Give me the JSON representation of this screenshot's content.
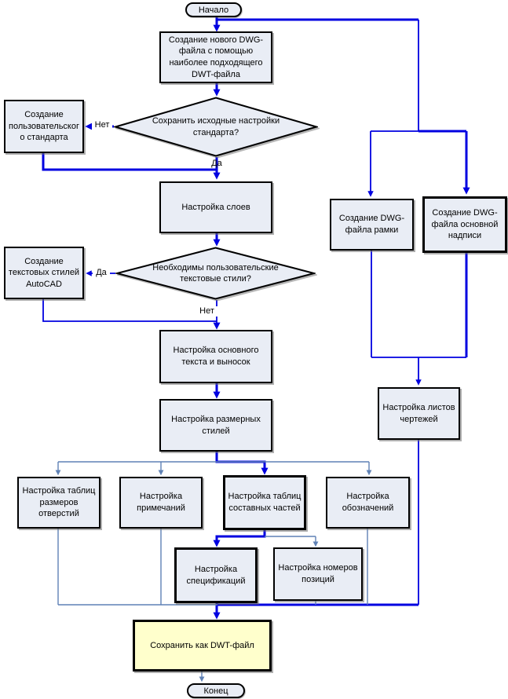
{
  "diagram": {
    "labels": {
      "yes": "Да",
      "no": "Нет"
    },
    "nodes": {
      "start": "Начало",
      "create_dwg": "Создание нового DWG-файла с помощью наиболее подходящего DWT-файла",
      "decision_standard": "Сохранить исходные настройки стандарта?",
      "create_user_standard": "Создание пользовательского стандарта",
      "layers": "Настройка слоев",
      "decision_text_styles": "Необходимы пользовательские текстовые стили?",
      "create_text_styles": "Создание текстовых стилей AutoCAD",
      "base_text": "Настройка основного текста и выносок",
      "dim_styles": "Настройка размерных стилей",
      "hole_tables": "Настройка таблиц размеров отверстий",
      "notes": "Настройка примечаний",
      "parts_tables": "Настройка таблиц составных частей",
      "symbols": "Настройка обозначений",
      "specs": "Настройка спецификаций",
      "item_numbers": "Настройка номеров позиций",
      "frame_dwg": "Создание DWG-файла рамки",
      "title_block_dwg": "Создание DWG-файла основной надписи",
      "sheets": "Настройка листов чертежей",
      "save_dwt": "Сохранить как DWT-файл",
      "end": "Конец"
    },
    "colors": {
      "node_fill": "#e9edf5",
      "accent_fill": "#ffffcc",
      "flow_primary": "#0000e0",
      "flow_secondary": "#5f81b5",
      "border": "#000000"
    }
  }
}
